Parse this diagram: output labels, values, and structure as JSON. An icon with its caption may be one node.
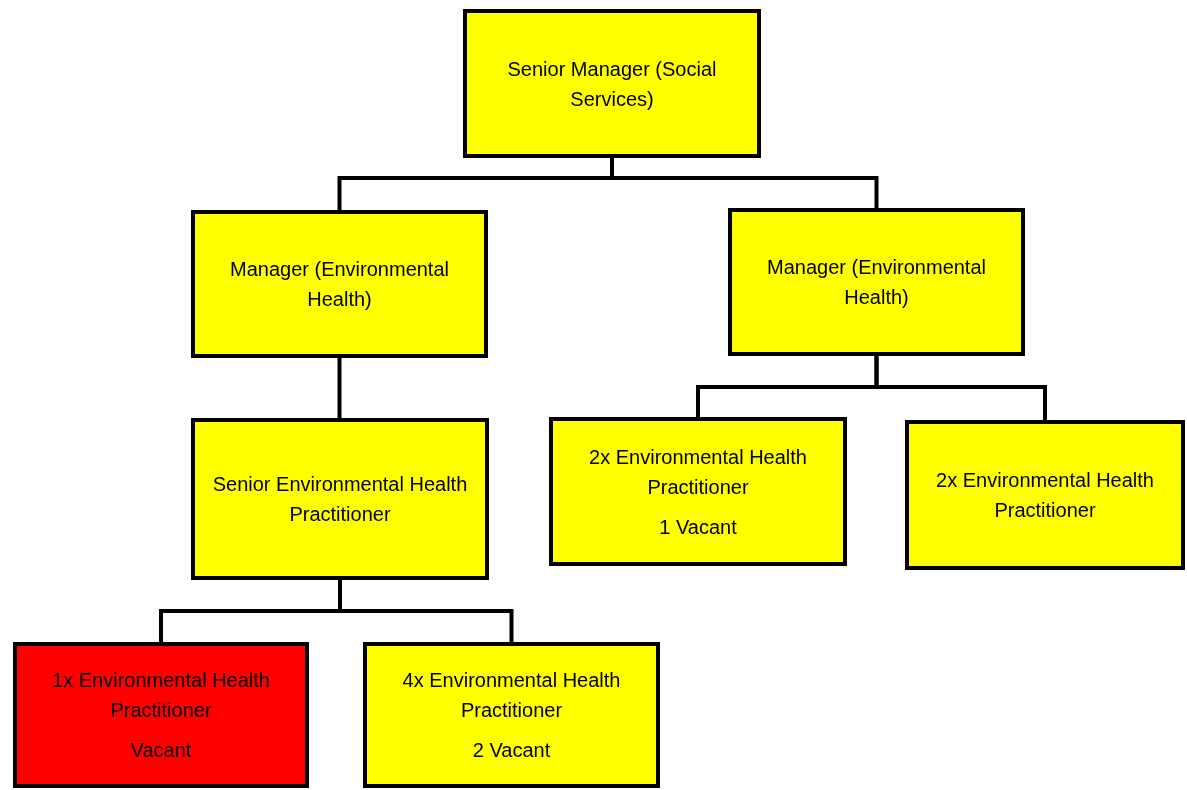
{
  "diagram": {
    "nodes": [
      {
        "text": [
          "Senior Manager (Social Services)"
        ]
      },
      {
        "text": [
          "Manager (Environmental Health)"
        ]
      },
      {
        "text": [
          "Manager (Environmental Health)"
        ]
      },
      {
        "text": [
          "Senior Environmental Health Practitioner"
        ]
      },
      {
        "text": [
          "2x Environmental Health Practitioner",
          "1 Vacant"
        ]
      },
      {
        "text": [
          "2x Environmental Health Practitioner"
        ]
      },
      {
        "text": [
          "1x Environmental Health Practitioner",
          "Vacant"
        ]
      },
      {
        "text": [
          "4x Environmental Health Practitioner",
          "2 Vacant"
        ]
      }
    ],
    "edges": [
      {
        "from": 0,
        "to": 1,
        "arrow": "none"
      },
      {
        "from": 0,
        "to": 2,
        "arrow": "none"
      },
      {
        "from": 1,
        "to": 3,
        "arrow": "none"
      },
      {
        "from": 2,
        "to": 4,
        "arrow": "none"
      },
      {
        "from": 2,
        "to": 5,
        "arrow": "none"
      },
      {
        "from": 3,
        "to": 6,
        "arrow": "none"
      },
      {
        "from": 3,
        "to": 7,
        "arrow": "none"
      }
    ]
  }
}
